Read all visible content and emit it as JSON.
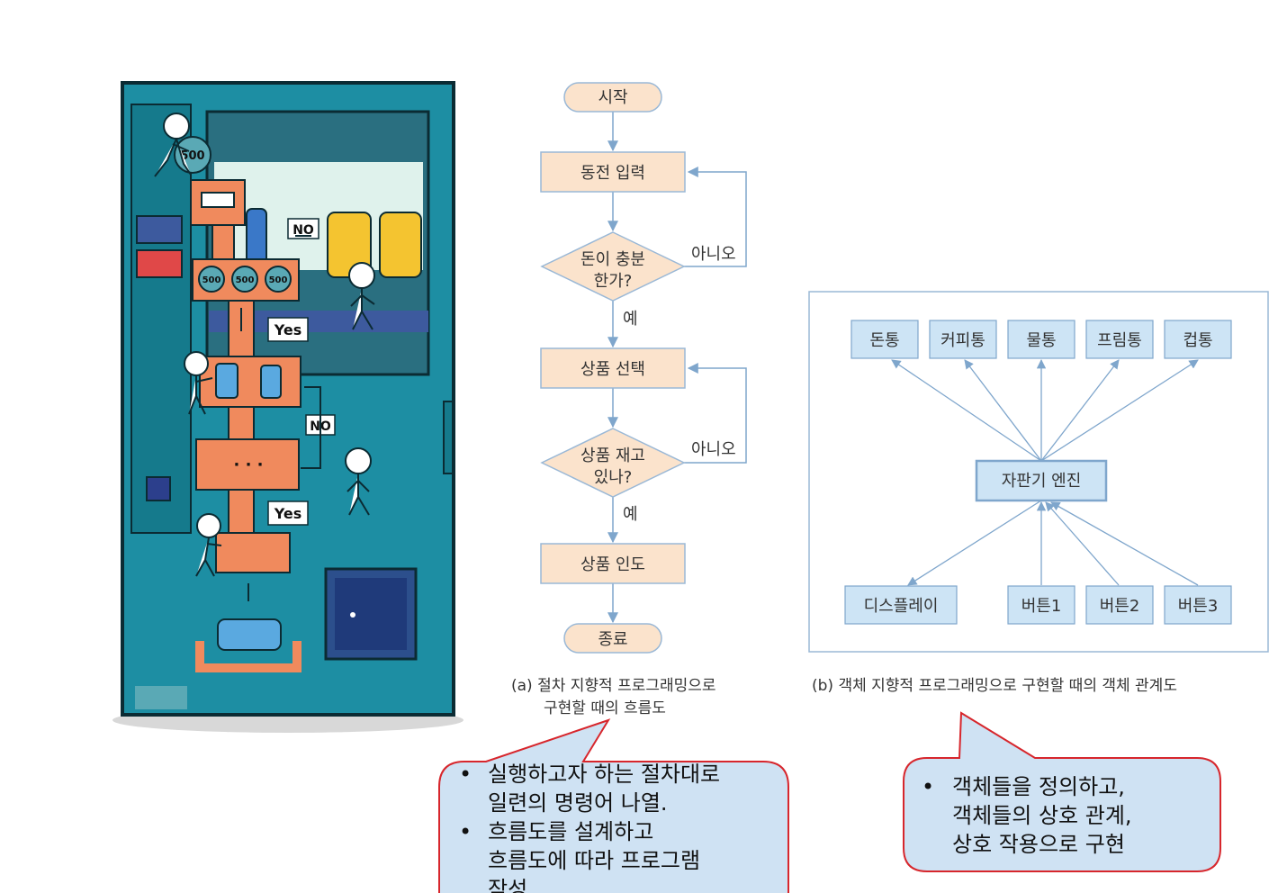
{
  "vending_illustration": {
    "coin_labels": [
      "500",
      "500",
      "500",
      "500"
    ],
    "no_labels": [
      "NO",
      "NO"
    ],
    "yes_labels": [
      "Yes",
      "Yes"
    ]
  },
  "flowchart": {
    "start": "시작",
    "coin_input": "동전 입력",
    "money_check": [
      "돈이 충분",
      "한가?"
    ],
    "select_product": "상품 선택",
    "stock_check": [
      "상품 재고",
      "있나?"
    ],
    "deliver": "상품 인도",
    "end": "종료",
    "no_label": "아니오",
    "yes_label": "예",
    "caption": [
      "(a) 절차 지향적 프로그래밍으로",
      "구현할 때의 흐름도"
    ]
  },
  "object_diagram": {
    "top_objects": [
      "돈통",
      "커피통",
      "물통",
      "프림통",
      "컵통"
    ],
    "engine": "자판기 엔진",
    "bottom_objects": [
      "디스플레이",
      "버튼1",
      "버튼2",
      "버튼3"
    ],
    "caption": "(b) 객체 지향적 프로그래밍으로 구현할 때의 객체 관계도"
  },
  "callout_procedural": {
    "lines": [
      "실행하고자 하는 절차대로",
      "일련의 명령어 나열.",
      "흐름도를 설계하고",
      "흐름도에 따라 프로그램",
      "작성"
    ]
  },
  "callout_object": {
    "lines": [
      "객체들을 정의하고,",
      "객체들의 상호 관계,",
      "상호 작용으로 구현"
    ]
  },
  "colors": {
    "flow_box_fill": "#fbe3cc",
    "flow_box_stroke": "#9ab8d6",
    "arrow": "#7fa6cc",
    "obj_box_fill": "#cde4f5",
    "obj_box_stroke": "#7fa6cc",
    "callout_fill": "#cfe2f3",
    "callout_stroke": "#d7262c",
    "machine_teal": "#1a8fa3",
    "machine_orange": "#f08a5d"
  }
}
